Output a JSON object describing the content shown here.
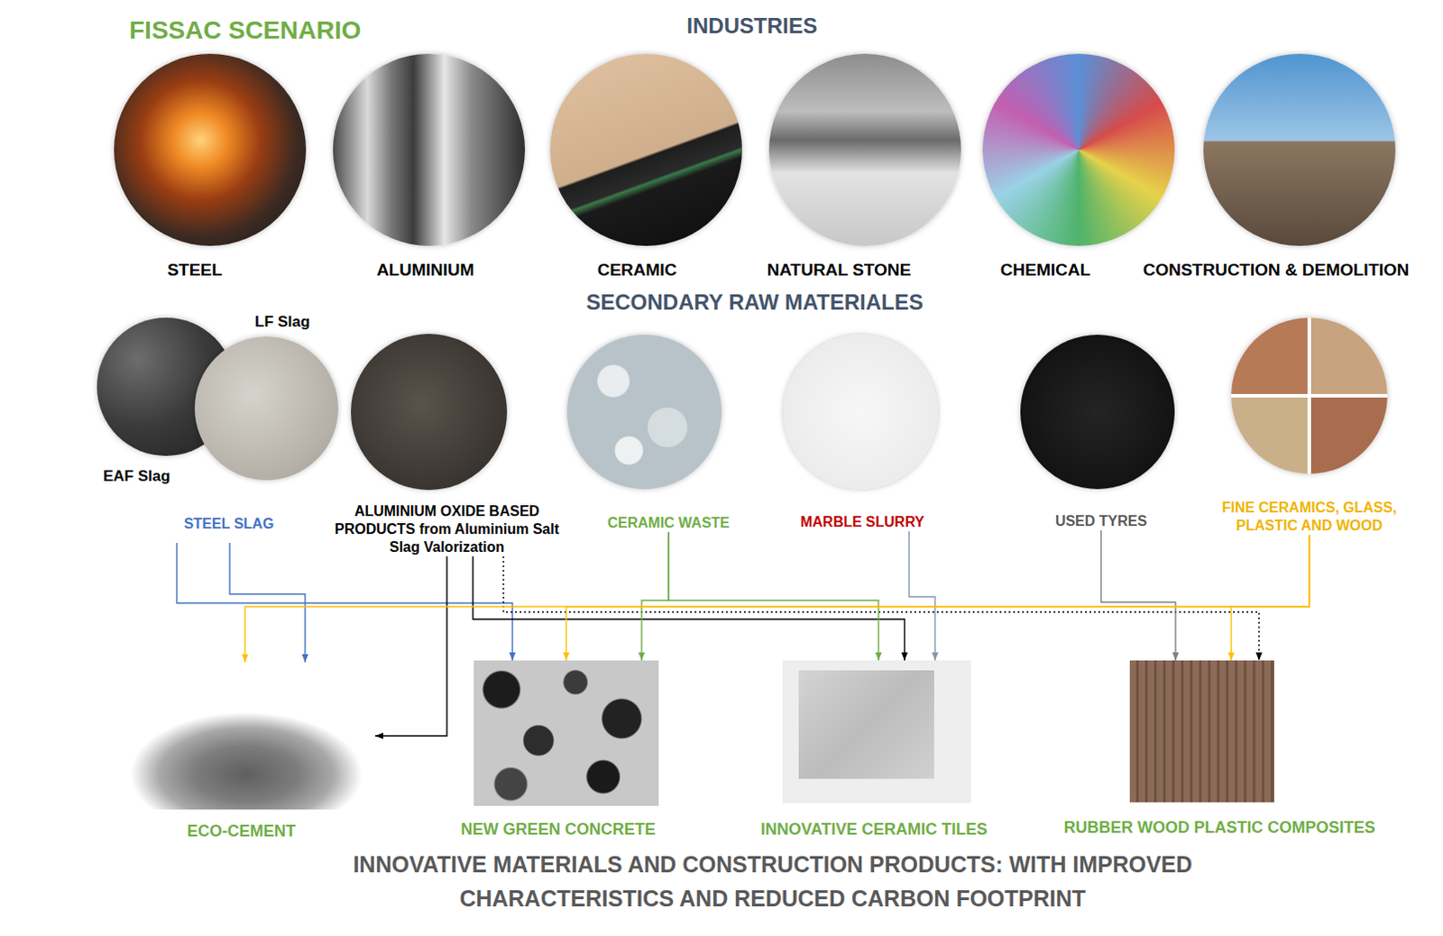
{
  "diagram": {
    "title": "FISSAC SCENARIO",
    "caption": "INNOVATIVE MATERIALS AND CONSTRUCTION PRODUCTS: WITH IMPROVED CHARACTERISTICS AND REDUCED CARBON FOOTPRINT",
    "nodes": [
      {
        "text": [
          "STEEL"
        ]
      },
      {
        "text": [
          "ALUMINIUM"
        ]
      },
      {
        "text": [
          "CERAMIC"
        ]
      },
      {
        "text": [
          "NATURAL STONE"
        ]
      },
      {
        "text": [
          "CHEMICAL"
        ]
      },
      {
        "text": [
          "CONSTRUCTION & DEMOLITION"
        ]
      },
      {
        "text": [
          "STEEL SLAG"
        ]
      },
      {
        "text": [
          "EAF Slag"
        ],
        "in": 6
      },
      {
        "text": [
          "LF Slag"
        ],
        "in": 6
      },
      {
        "text": [
          "ALUMINIUM OXIDE BASED PRODUCTS from Aluminium Salt Slag Valorization"
        ]
      },
      {
        "text": [
          "CERAMIC WASTE"
        ]
      },
      {
        "text": [
          "MARBLE SLURRY"
        ]
      },
      {
        "text": [
          "USED TYRES"
        ]
      },
      {
        "text": [
          "FINE CERAMICS, GLASS, PLASTIC AND WOOD"
        ]
      },
      {
        "text": [
          "ECO-CEMENT"
        ]
      },
      {
        "text": [
          "NEW GREEN CONCRETE"
        ]
      },
      {
        "text": [
          "INNOVATIVE CERAMIC TILES"
        ]
      },
      {
        "text": [
          "RUBBER WOOD PLASTIC COMPOSITES"
        ]
      }
    ],
    "edges": [
      {
        "from": 6,
        "to": 14,
        "arrow": "to"
      },
      {
        "from": 6,
        "to": 15,
        "arrow": "to"
      },
      {
        "from": 9,
        "to": 14,
        "arrow": "to"
      },
      {
        "from": 9,
        "to": 16,
        "arrow": "to"
      },
      {
        "from": 9,
        "to": 17,
        "arrow": "to"
      },
      {
        "from": 10,
        "to": 15,
        "arrow": "to"
      },
      {
        "from": 10,
        "to": 16,
        "arrow": "to"
      },
      {
        "from": 11,
        "to": 16,
        "arrow": "to"
      },
      {
        "from": 12,
        "to": 17,
        "arrow": "to"
      },
      {
        "from": 13,
        "to": 14,
        "arrow": "to"
      },
      {
        "from": 13,
        "to": 15,
        "arrow": "to"
      },
      {
        "from": 13,
        "to": 17,
        "arrow": "to"
      }
    ],
    "labels": [
      "INDUSTRIES",
      "SECONDARY RAW MATERIALES"
    ]
  }
}
